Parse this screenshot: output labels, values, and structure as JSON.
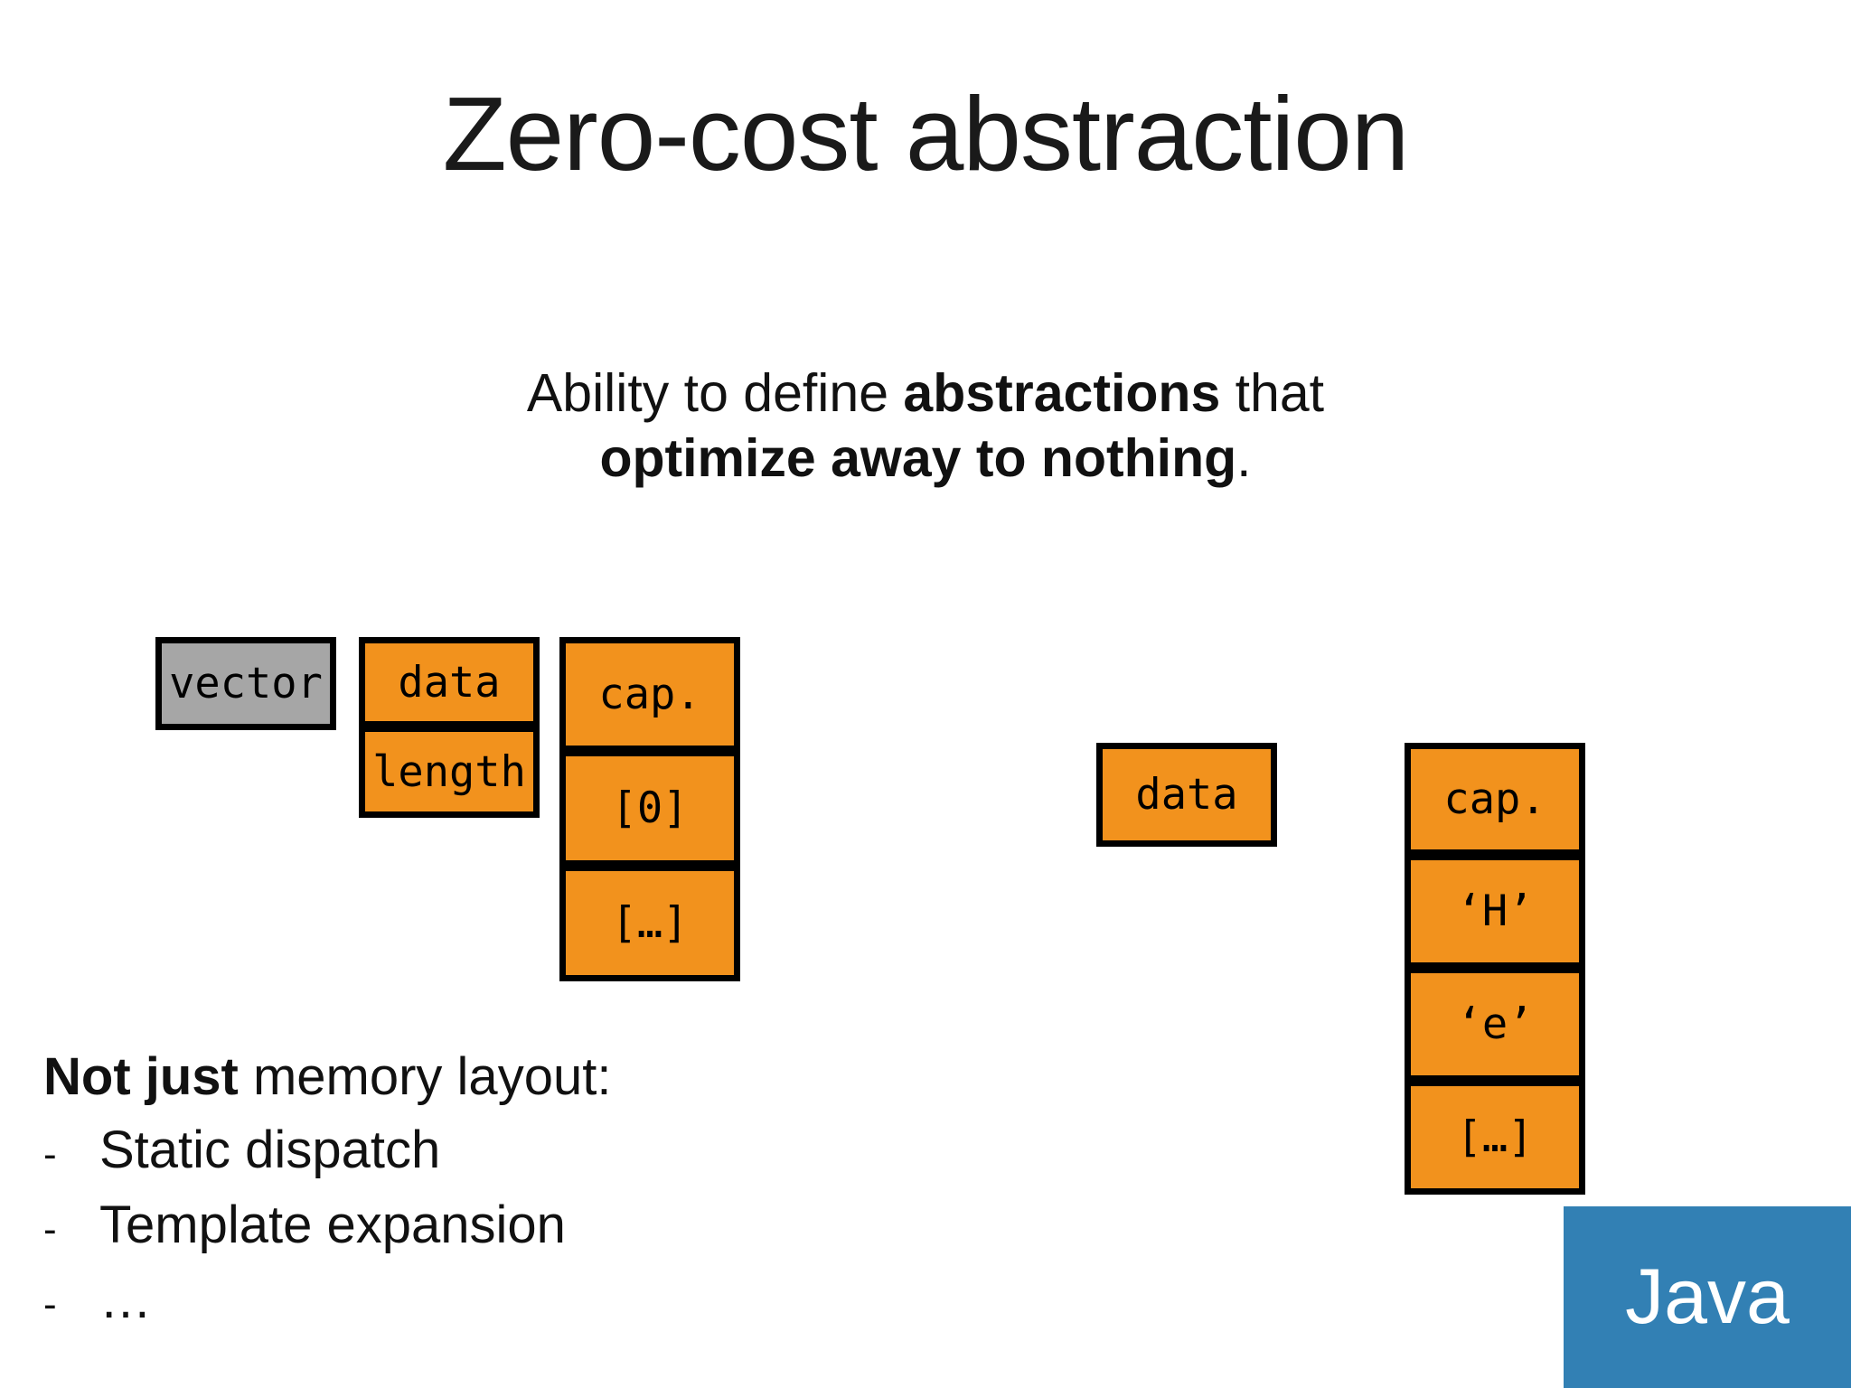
{
  "slide": {
    "title": "Zero-cost abstraction",
    "subtitle": {
      "line1_pre": "Ability to define ",
      "line1_bold": "abstractions",
      "line1_post": " that",
      "line2_bold": "optimize away to nothing",
      "line2_post": "."
    },
    "background_color": "#FFFFFF"
  },
  "diagram": {
    "colors": {
      "orange": "#F2921D",
      "gray": "#A6A6A6",
      "border": "#000000"
    },
    "columns": [
      {
        "name": "vector-object",
        "fill": "gray",
        "cells": [
          {
            "label": "vector"
          }
        ]
      },
      {
        "name": "vector-fields",
        "fill": "orange",
        "cells": [
          {
            "label": "data"
          },
          {
            "label": "length"
          }
        ]
      },
      {
        "name": "vector-buffer",
        "fill": "orange",
        "cells": [
          {
            "label": "cap."
          },
          {
            "label": "[0]"
          },
          {
            "label": "[…]"
          }
        ]
      },
      {
        "name": "string-field",
        "fill": "orange",
        "cells": [
          {
            "label": "data"
          }
        ]
      },
      {
        "name": "string-buffer",
        "fill": "orange",
        "cells": [
          {
            "label": "cap."
          },
          {
            "label": "‘H’"
          },
          {
            "label": "‘e’"
          },
          {
            "label": "[…]"
          }
        ]
      }
    ]
  },
  "bullets": {
    "lead_bold": "Not just",
    "lead_rest": " memory layout:",
    "dash": "-",
    "items": [
      {
        "text": "Static dispatch"
      },
      {
        "text": "Template expansion"
      },
      {
        "text": "…"
      }
    ]
  },
  "badge": {
    "label": "Java",
    "color": "#3280B4",
    "text_color": "#FFFFFF"
  }
}
